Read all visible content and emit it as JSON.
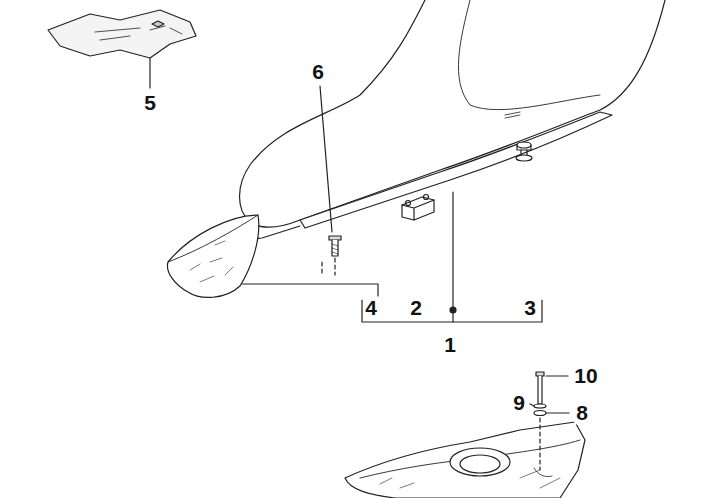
{
  "diagram": {
    "labels": [
      "6",
      "5",
      "4",
      "2",
      "3",
      "1",
      "10",
      "9",
      "8"
    ]
  }
}
